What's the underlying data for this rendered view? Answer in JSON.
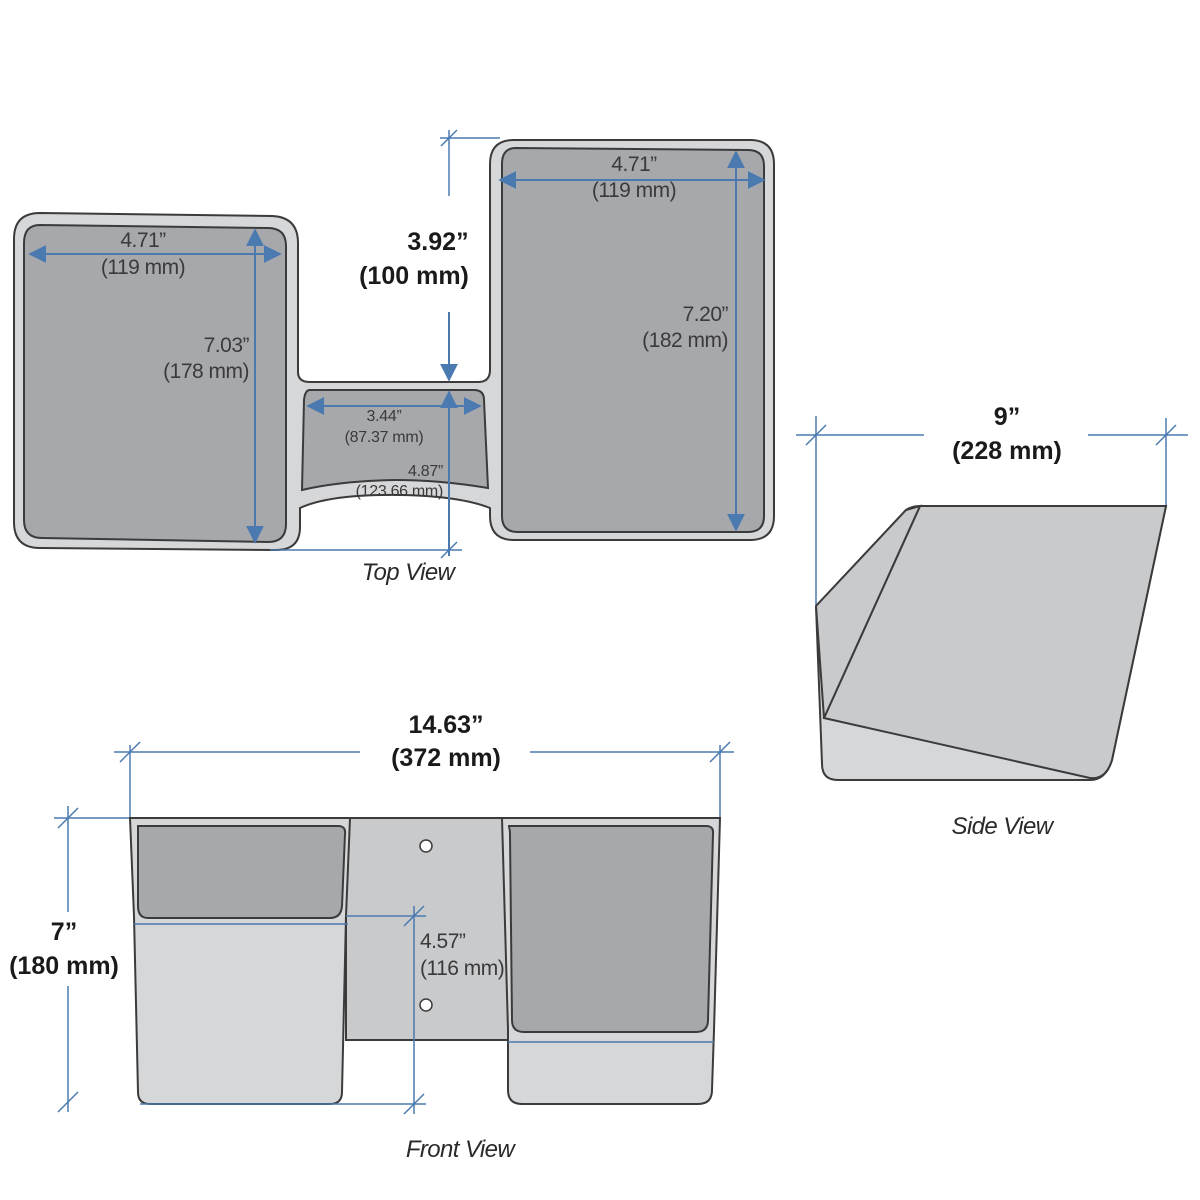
{
  "colors": {
    "dimension_line": "#4a7ab0",
    "shell": "#d6d7d9",
    "well": "#a7a8ab",
    "outline": "#3b3b3b"
  },
  "top_view": {
    "label": "Top View",
    "left_width": {
      "in": "4.71”",
      "mm": "(119 mm)"
    },
    "left_depth": {
      "in": "7.03”",
      "mm": "(178 mm)"
    },
    "right_width": {
      "in": "4.71”",
      "mm": "(119 mm)"
    },
    "right_depth": {
      "in": "7.20”",
      "mm": "(182 mm)"
    },
    "offset": {
      "in": "3.92”",
      "mm": "(100 mm)"
    },
    "middle_width": {
      "in": "3.44”",
      "mm": "(87.37 mm)"
    },
    "middle_depth": {
      "in": "4.87”",
      "mm": "(123.66 mm)"
    }
  },
  "side_view": {
    "label": "Side View",
    "depth": {
      "in": "9”",
      "mm": "(228 mm)"
    }
  },
  "front_view": {
    "label": "Front View",
    "overall_width": {
      "in": "14.63”",
      "mm": "(372 mm)"
    },
    "overall_height": {
      "in": "7”",
      "mm": "(180 mm)"
    },
    "pocket_height": {
      "in": "4.57”",
      "mm": "(116 mm)"
    }
  }
}
